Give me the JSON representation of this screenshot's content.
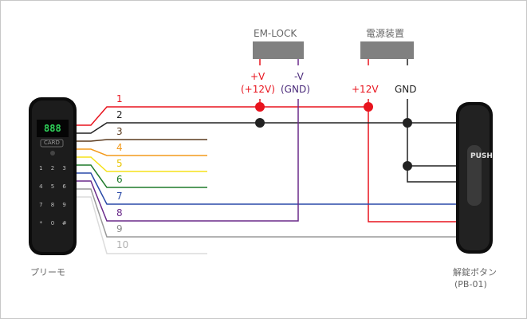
{
  "em_lock": {
    "title": "EM-LOCK",
    "plus_v": "+V",
    "plus_v_sub": "(+12V)",
    "minus_v": "-V",
    "minus_v_sub": "(GND)"
  },
  "power_supply": {
    "title": "電源装置",
    "plus": "+12V",
    "gnd": "GND"
  },
  "reader": {
    "name": "プリーモ",
    "display": "888",
    "card_label": "CARD",
    "keys": [
      "1",
      "2",
      "3",
      "4",
      "5",
      "6",
      "7",
      "8",
      "9",
      "*",
      "0",
      "#"
    ]
  },
  "exit_button": {
    "name": "解錠ボタン",
    "model": "(PB-01)",
    "label": "PUSH"
  },
  "wires": [
    {
      "num": "1",
      "color": "#e8141e"
    },
    {
      "num": "2",
      "color": "#222222"
    },
    {
      "num": "3",
      "color": "#5a3a1e"
    },
    {
      "num": "4",
      "color": "#f39a1c"
    },
    {
      "num": "5",
      "color": "#f5e21a"
    },
    {
      "num": "6",
      "color": "#1e7a2a"
    },
    {
      "num": "7",
      "color": "#2a4aa8"
    },
    {
      "num": "8",
      "color": "#6a2a8a"
    },
    {
      "num": "9",
      "color": "#9a9a9a"
    },
    {
      "num": "10",
      "color": "#dcdcdc"
    }
  ]
}
